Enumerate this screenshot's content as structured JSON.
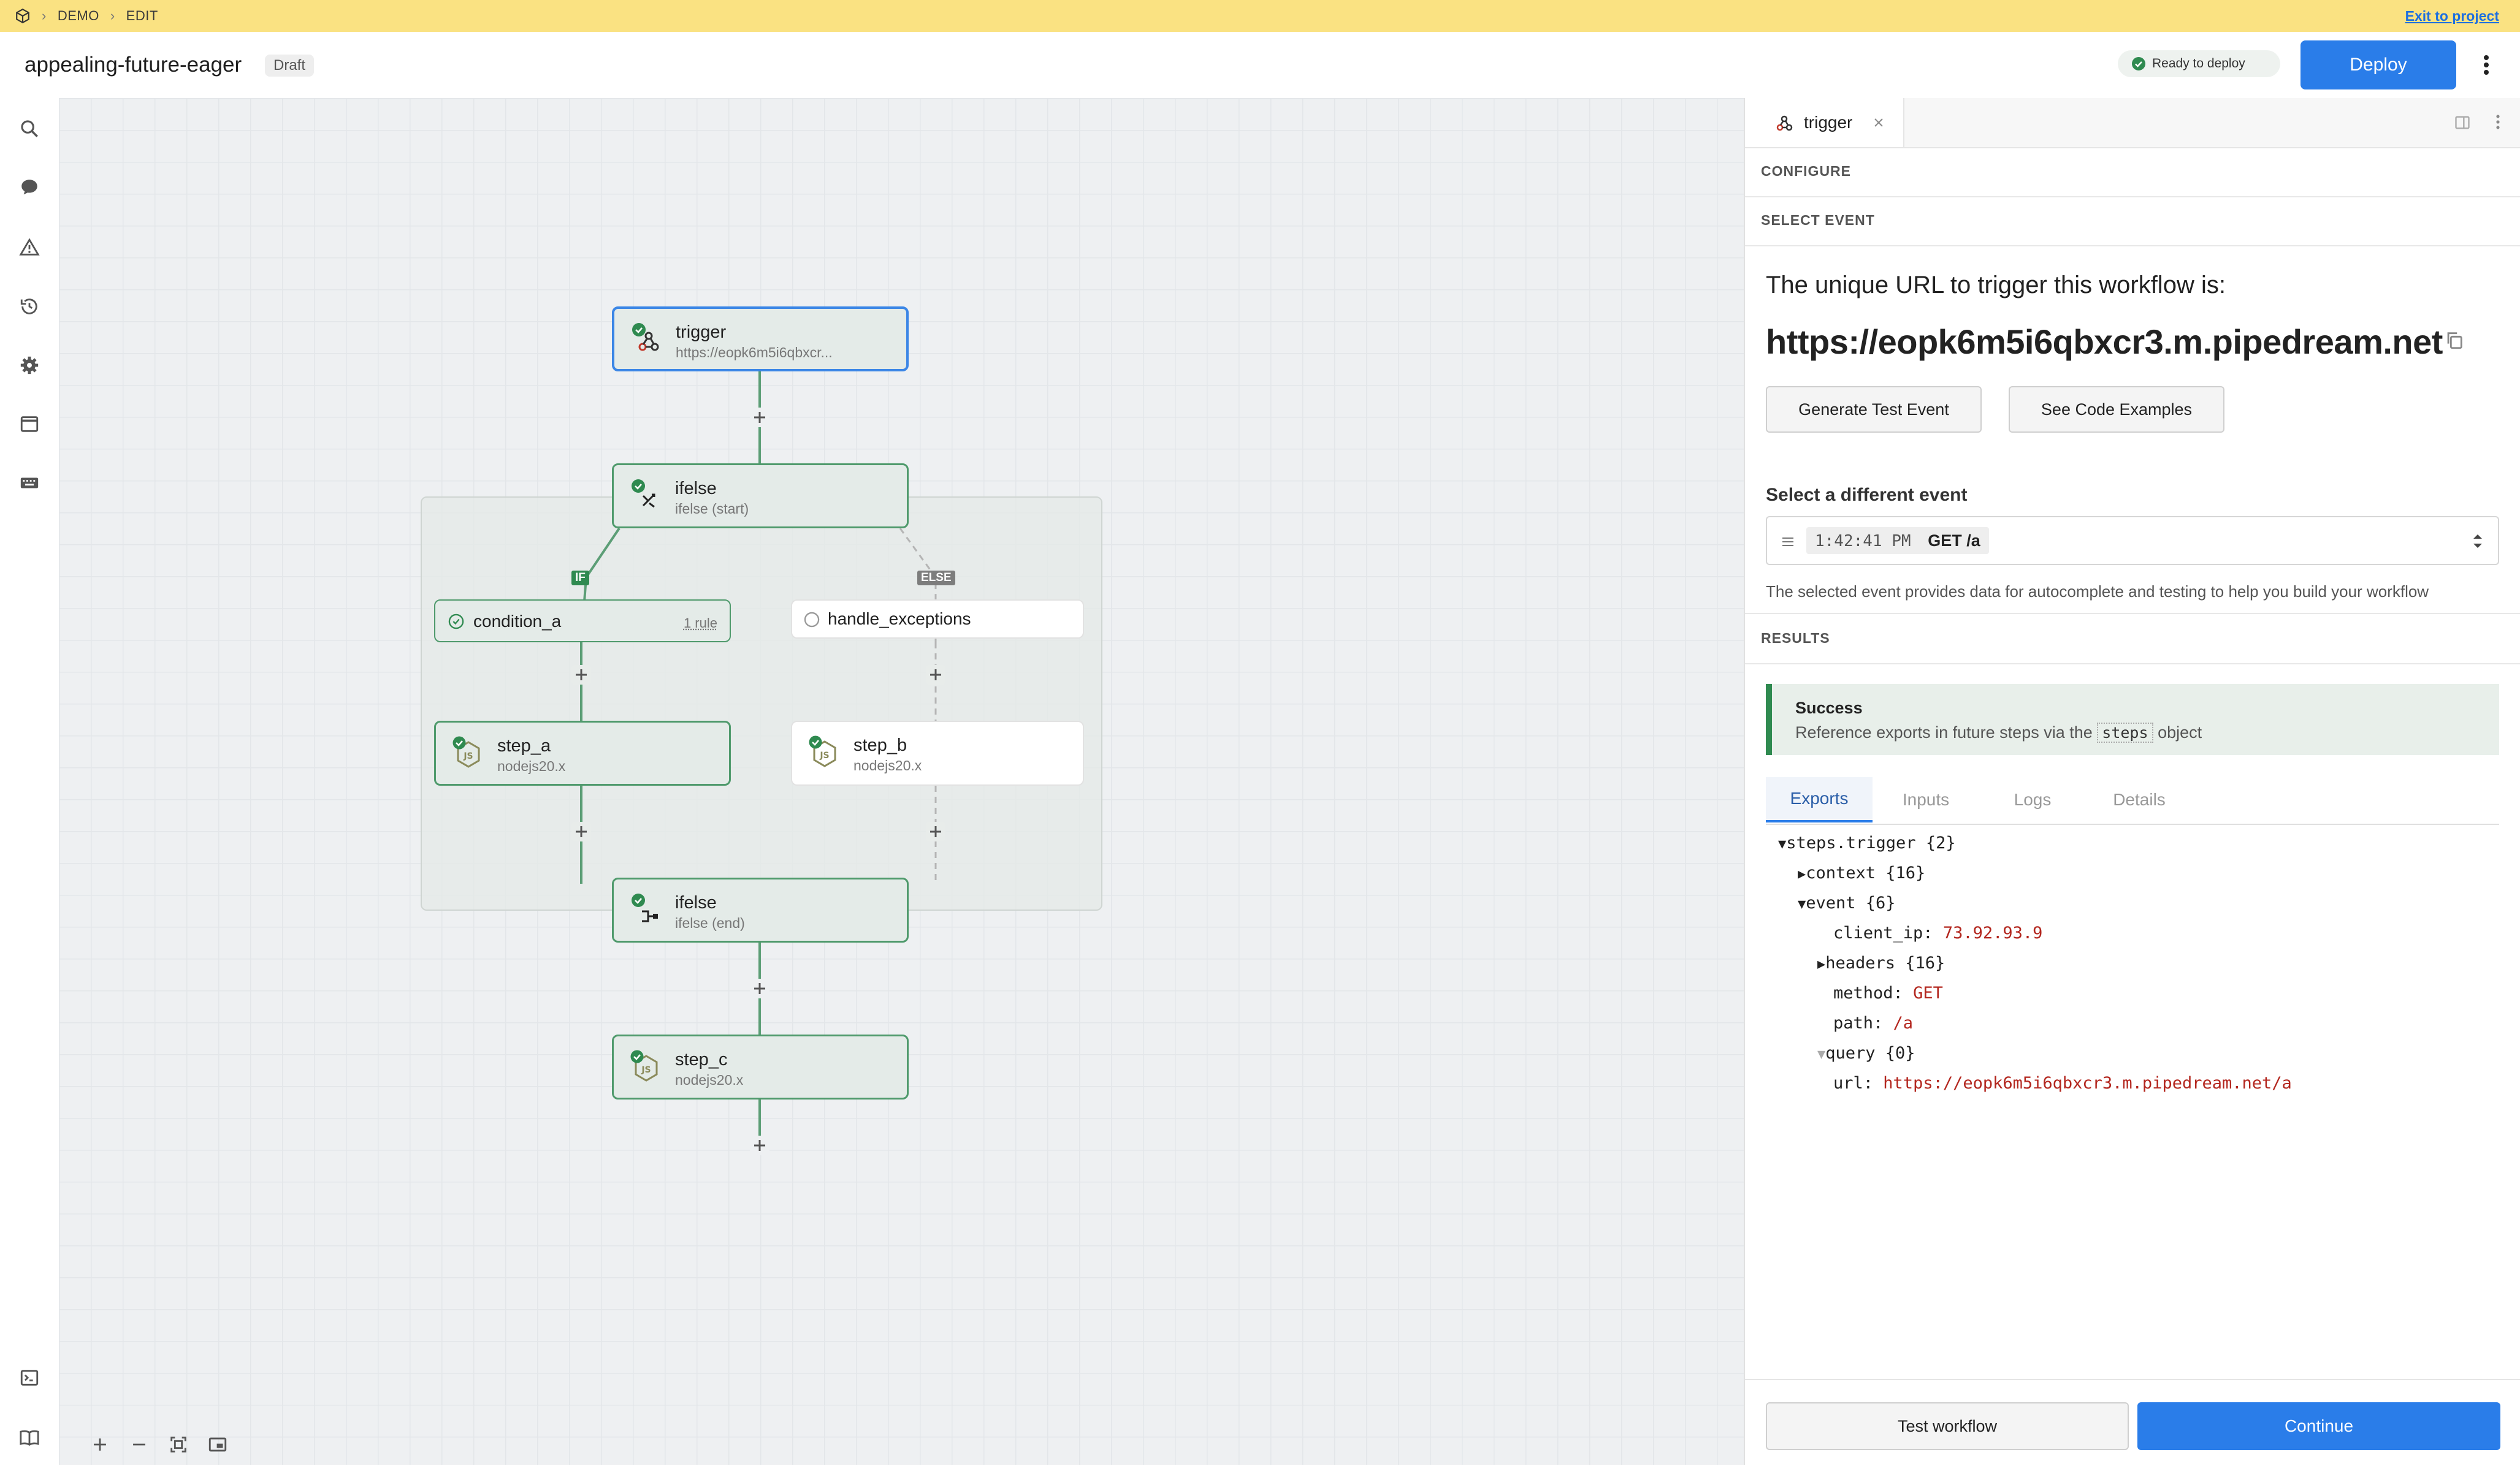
{
  "banner": {
    "crumb1": "DEMO",
    "crumb2": "EDIT",
    "exit": "Exit to project"
  },
  "header": {
    "title": "appealing-future-eager",
    "draft": "Draft",
    "ready": "Ready to deploy",
    "deploy": "Deploy"
  },
  "sidebar_icons": [
    "search-icon",
    "chat-icon",
    "warning-icon",
    "history-icon",
    "settings-icon",
    "window-icon",
    "keyboard-icon",
    "terminal-icon",
    "book-icon"
  ],
  "canvas": {
    "trigger": {
      "name": "trigger",
      "sub": "https://eopk6m5i6qbxcr..."
    },
    "ifelse_start": {
      "name": "ifelse",
      "sub": "ifelse (start)"
    },
    "if_chip": "IF",
    "else_chip": "ELSE",
    "condition_a": {
      "name": "condition_a",
      "rules": "1 rule"
    },
    "handle_exceptions": {
      "name": "handle_exceptions"
    },
    "step_a": {
      "name": "step_a",
      "sub": "nodejs20.x"
    },
    "step_b": {
      "name": "step_b",
      "sub": "nodejs20.x"
    },
    "ifelse_end": {
      "name": "ifelse",
      "sub": "ifelse (end)"
    },
    "step_c": {
      "name": "step_c",
      "sub": "nodejs20.x"
    }
  },
  "panel": {
    "tab": "trigger",
    "configure": "CONFIGURE",
    "select_event": "SELECT EVENT",
    "url_intro": "The unique URL to trigger this workflow is:",
    "url": "https://eopk6m5i6qbxcr3.m.pipedream.net",
    "generate_btn": "Generate Test Event",
    "examples_btn": "See Code Examples",
    "different_event": "Select a different event",
    "event_time": "1:42:41 PM",
    "event_req": "GET /a",
    "event_help": "The selected event provides data for autocomplete and testing to help you build your workflow",
    "results": "RESULTS",
    "success_title": "Success",
    "success_pre": "Reference exports in future steps via the",
    "success_code": "steps",
    "success_post": "object",
    "result_tabs": [
      "Exports",
      "Inputs",
      "Logs",
      "Details"
    ],
    "tree": {
      "root": "steps.trigger {2}",
      "context": "context {16}",
      "event": "event {6}",
      "client_ip_key": "client_ip:",
      "client_ip_val": "73.92.93.9",
      "headers": "headers {16}",
      "method_key": "method:",
      "method_val": "GET",
      "path_key": "path:",
      "path_val": "/a",
      "query": "query {0}",
      "url_key": "url:",
      "url_val": "https://eopk6m5i6qbxcr3.m.pipedream.net/a"
    },
    "test_btn": "Test workflow",
    "continue_btn": "Continue"
  },
  "colors": {
    "banner": "#fae282",
    "accent": "#2a7de9",
    "success": "#2f8a50",
    "node_border": "#4f9a6c",
    "value_red": "#b3261e"
  }
}
